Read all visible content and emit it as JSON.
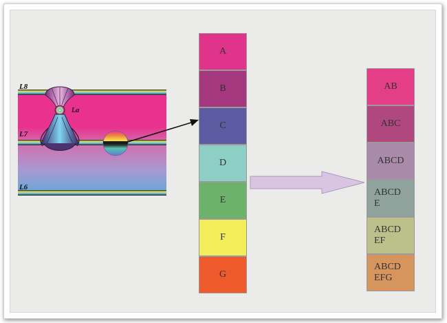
{
  "strip_labels": [
    "L8",
    "L7",
    "L6"
  ],
  "node_label": "La",
  "left_stack": [
    {
      "label": "A",
      "color": "#e0338a"
    },
    {
      "label": "B",
      "color": "#a4377e"
    },
    {
      "label": "C",
      "color": "#5c5aa0"
    },
    {
      "label": "D",
      "color": "#8dcfc5"
    },
    {
      "label": "E",
      "color": "#6cb26a"
    },
    {
      "label": "F",
      "color": "#f1ee5a"
    },
    {
      "label": "G",
      "color": "#ef5a2d"
    }
  ],
  "right_stack": [
    {
      "label": "AB",
      "color": "#e43f86"
    },
    {
      "label": "ABC",
      "color": "#b0477f"
    },
    {
      "label": "ABCD",
      "color": "#a98aa8"
    },
    {
      "label": "ABCD\nE",
      "color": "#8fa39c"
    },
    {
      "label": "ABCD\nEF",
      "color": "#bcc08a"
    },
    {
      "label": "ABCD\nEFG",
      "color": "#d5955c"
    }
  ],
  "colors": {
    "panel": "#ebebea",
    "band_top": "#e8328d",
    "band_mid": "#cb8fc4",
    "band_bottom": "#5fa6db",
    "arrow_fill": "#d9c4e3",
    "arrow_stroke": "#a89bb5"
  }
}
